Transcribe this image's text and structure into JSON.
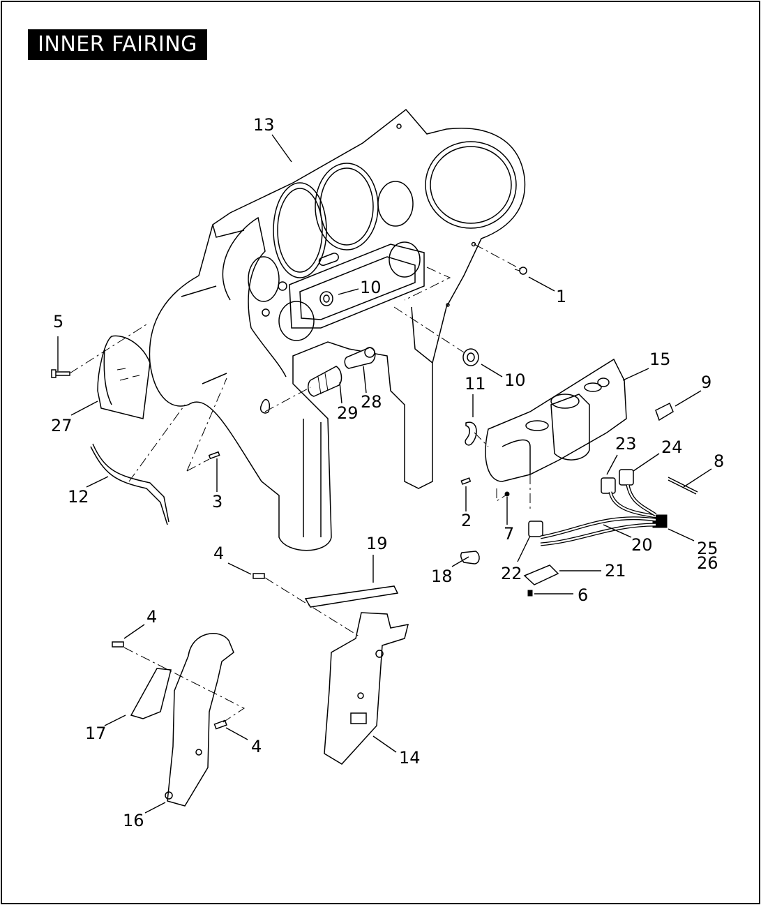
{
  "title": "INNER FAIRING",
  "callouts": [
    "1",
    "2",
    "3",
    "4",
    "4",
    "4",
    "5",
    "6",
    "7",
    "8",
    "9",
    "10",
    "10",
    "11",
    "12",
    "13",
    "14",
    "15",
    "16",
    "17",
    "18",
    "19",
    "20",
    "21",
    "22",
    "23",
    "24",
    "25",
    "26",
    "27",
    "28",
    "29"
  ]
}
